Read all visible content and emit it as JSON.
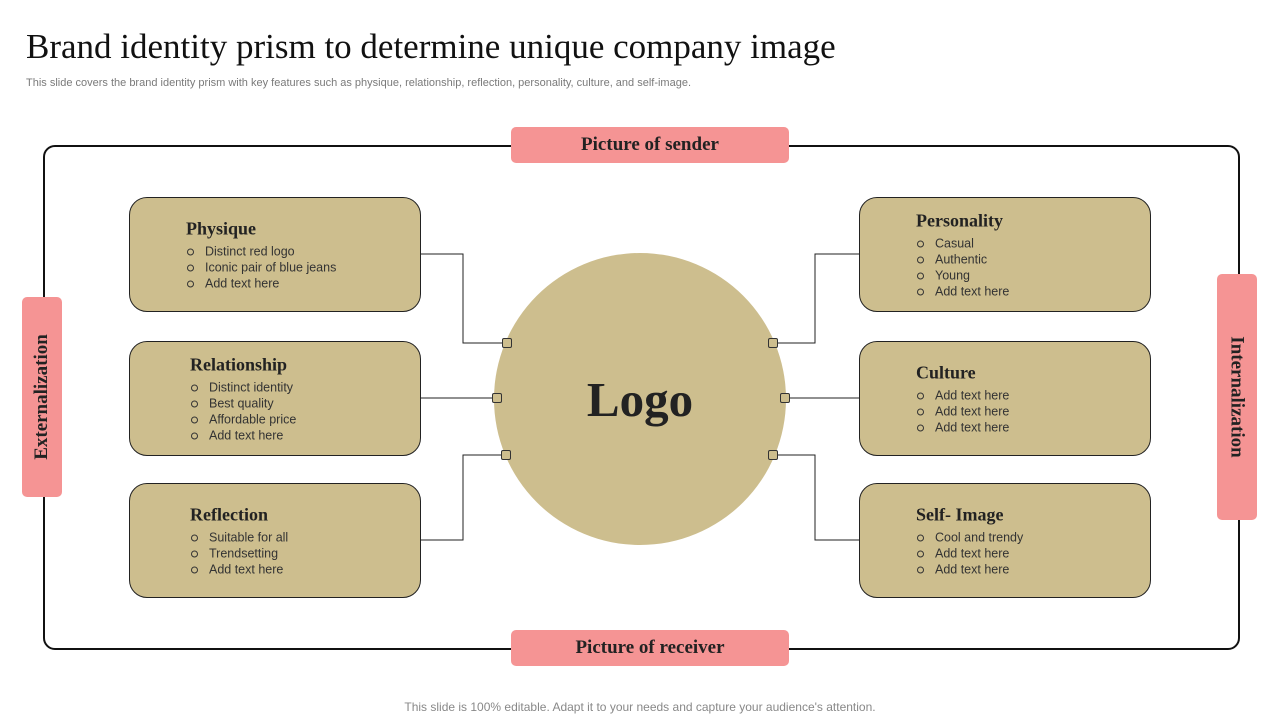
{
  "title": "Brand identity prism to determine unique company image",
  "subtitle": "This slide covers the brand identity prism with key features such as physique, relationship, reflection, personality, culture, and self-image.",
  "labels": {
    "top": "Picture of sender",
    "bottom": "Picture of receiver",
    "left": "Externalization",
    "right": "Internalization"
  },
  "center": {
    "text": "Logo"
  },
  "boxes": {
    "physique": {
      "title": "Physique",
      "items": [
        "Distinct red logo",
        "Iconic pair of blue jeans",
        "Add text here"
      ]
    },
    "relationship": {
      "title": "Relationship",
      "items": [
        "Distinct identity",
        "Best quality",
        "Affordable  price",
        "Add text here"
      ]
    },
    "reflection": {
      "title": "Reflection",
      "items": [
        "Suitable for all",
        "Trendsetting",
        "Add text here"
      ]
    },
    "personality": {
      "title": "Personality",
      "items": [
        "Casual",
        "Authentic",
        "Young",
        "Add text here"
      ]
    },
    "culture": {
      "title": "Culture",
      "items": [
        "Add text here",
        "Add text here",
        "Add text here"
      ]
    },
    "self_image": {
      "title": "Self- Image",
      "items": [
        "Cool and trendy",
        "Add text here",
        "Add text here"
      ]
    }
  },
  "footer": "This slide is 100% editable. Adapt it to your needs and capture your audience's attention.",
  "colors": {
    "box_fill": "#cdbe8e",
    "label_fill": "#f59494",
    "frame_stroke": "#111111"
  }
}
